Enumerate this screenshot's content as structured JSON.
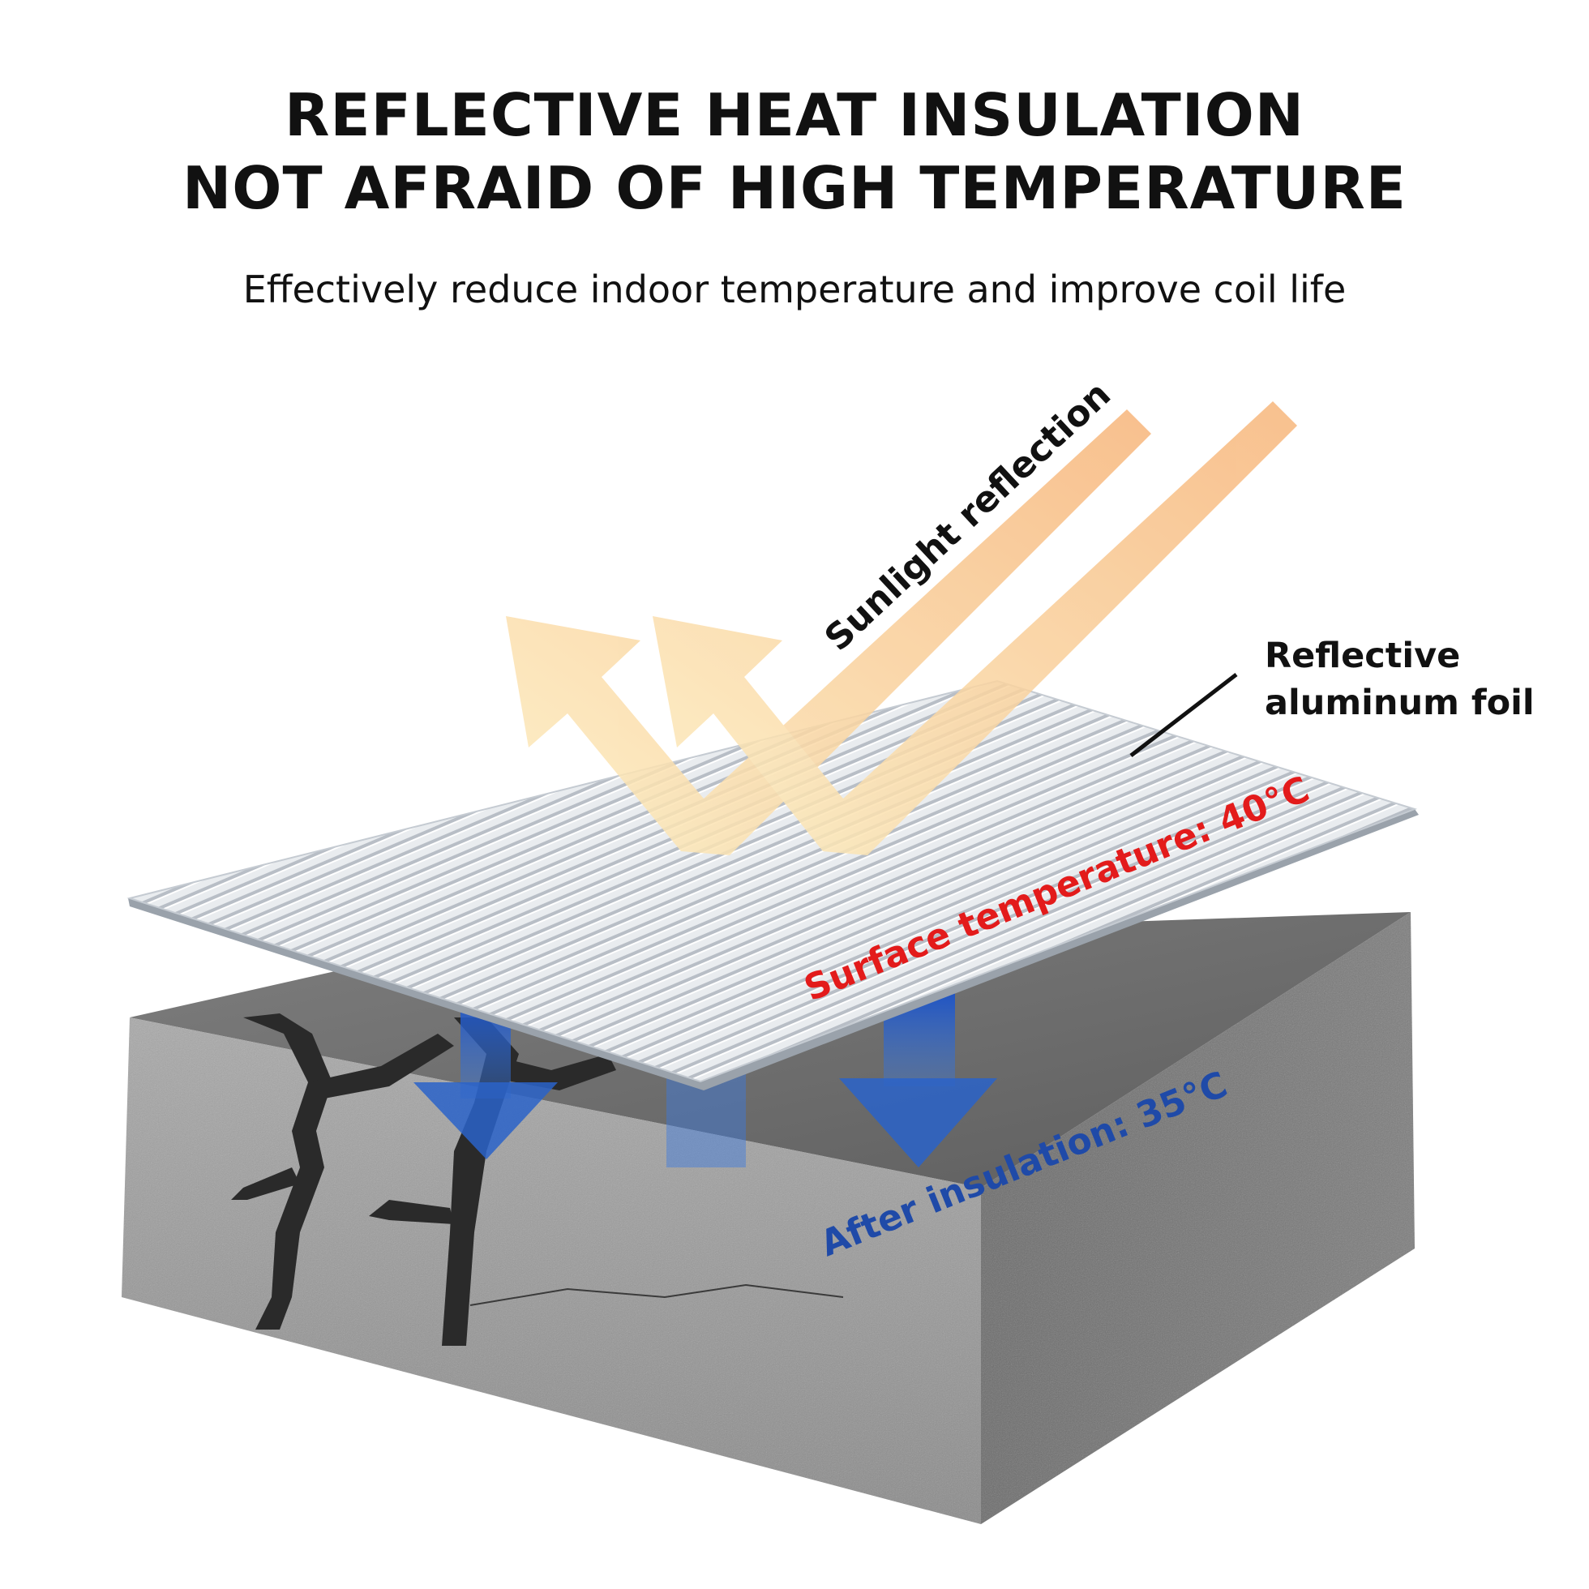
{
  "header": {
    "title_line1": "REFLECTIVE HEAT INSULATION",
    "title_line2": "NOT AFRAID OF HIGH TEMPERATURE",
    "subtitle": "Effectively reduce indoor temperature and improve coil life"
  },
  "labels": {
    "sunlight": "Sunlight reflection",
    "foil_line1": "Reflective",
    "foil_line2": "aluminum foil",
    "surface_temp": "Surface temperature: 40°C",
    "after_insulation": "After insulation: 35°C"
  },
  "colors": {
    "surface_temp": "#e31b1b",
    "after_insulation": "#1f4aa8",
    "sun_arrow": "#f5b37a",
    "heat_arrow": "#2a63c9"
  },
  "icons": {
    "sun_arrows": "up-left-arrow",
    "heat_arrows": "down-arrow"
  }
}
